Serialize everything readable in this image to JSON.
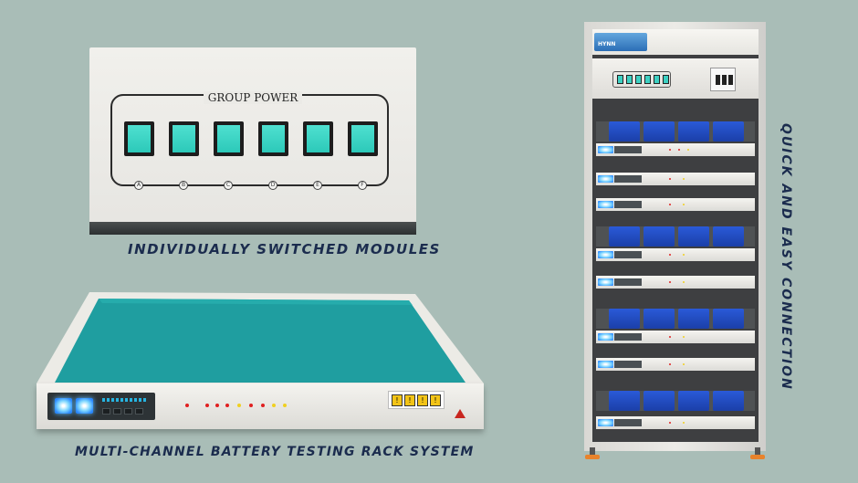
{
  "panel": {
    "title": "GROUP POWER",
    "switch_labels": [
      "A",
      "B",
      "C",
      "D",
      "E",
      "F"
    ]
  },
  "captions": {
    "modules": "INDIVIDUALLY SWITCHED MODULES",
    "rack_system": "MULTI-CHANNEL BATTERY TESTING RACK SYSTEM",
    "connection": "QUICK AND EASY CONNECTION"
  },
  "rack": {
    "brand": "HYNN"
  },
  "colors": {
    "background": "#a9bdb7",
    "caption": "#1b2c4e",
    "switch_face": "#3dd6c6",
    "tray_surface": "#1f9ea0",
    "battery_blue": "#2450c8",
    "indicator_blue": "#4db4ff"
  },
  "icons": [
    "warning-label-icon",
    "warning-triangle-icon",
    "power-switch-icon",
    "battery-cell-icon"
  ]
}
